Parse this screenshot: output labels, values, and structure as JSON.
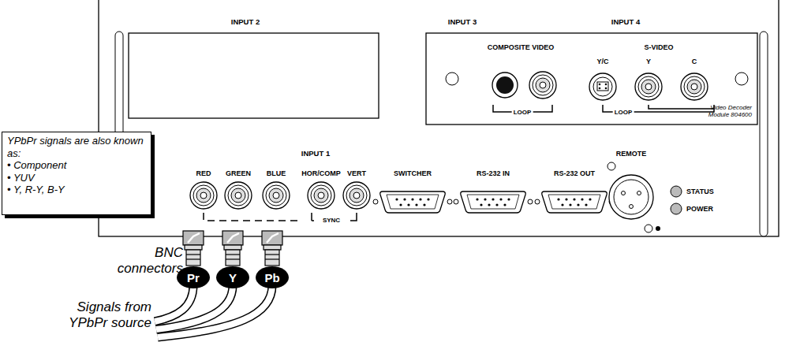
{
  "diagram": {
    "nodes": [
      {
        "text": [
          "YPbPr signals are also known as:",
          "• Component",
          "• YUV",
          "• Y, R-Y, B-Y"
        ]
      },
      {
        "text": [
          "Pr"
        ]
      },
      {
        "text": [
          "Y"
        ]
      },
      {
        "text": [
          "Pb"
        ]
      }
    ],
    "labels": [
      "INPUT 2",
      "INPUT 3",
      "INPUT 4",
      "COMPOSITE VIDEO",
      "S-VIDEO",
      "Y/C",
      "Y",
      "C",
      "LOOP",
      "LOOP",
      "Video Decoder Module 804600",
      "INPUT 1",
      "RED",
      "GREEN",
      "BLUE",
      "HOR/COMP",
      "VERT",
      "SYNC",
      "SWITCHER",
      "RS-232 IN",
      "RS-232 OUT",
      "REMOTE",
      "STATUS",
      "POWER",
      "BNC connectors",
      "Signals from YPbPr source"
    ]
  }
}
